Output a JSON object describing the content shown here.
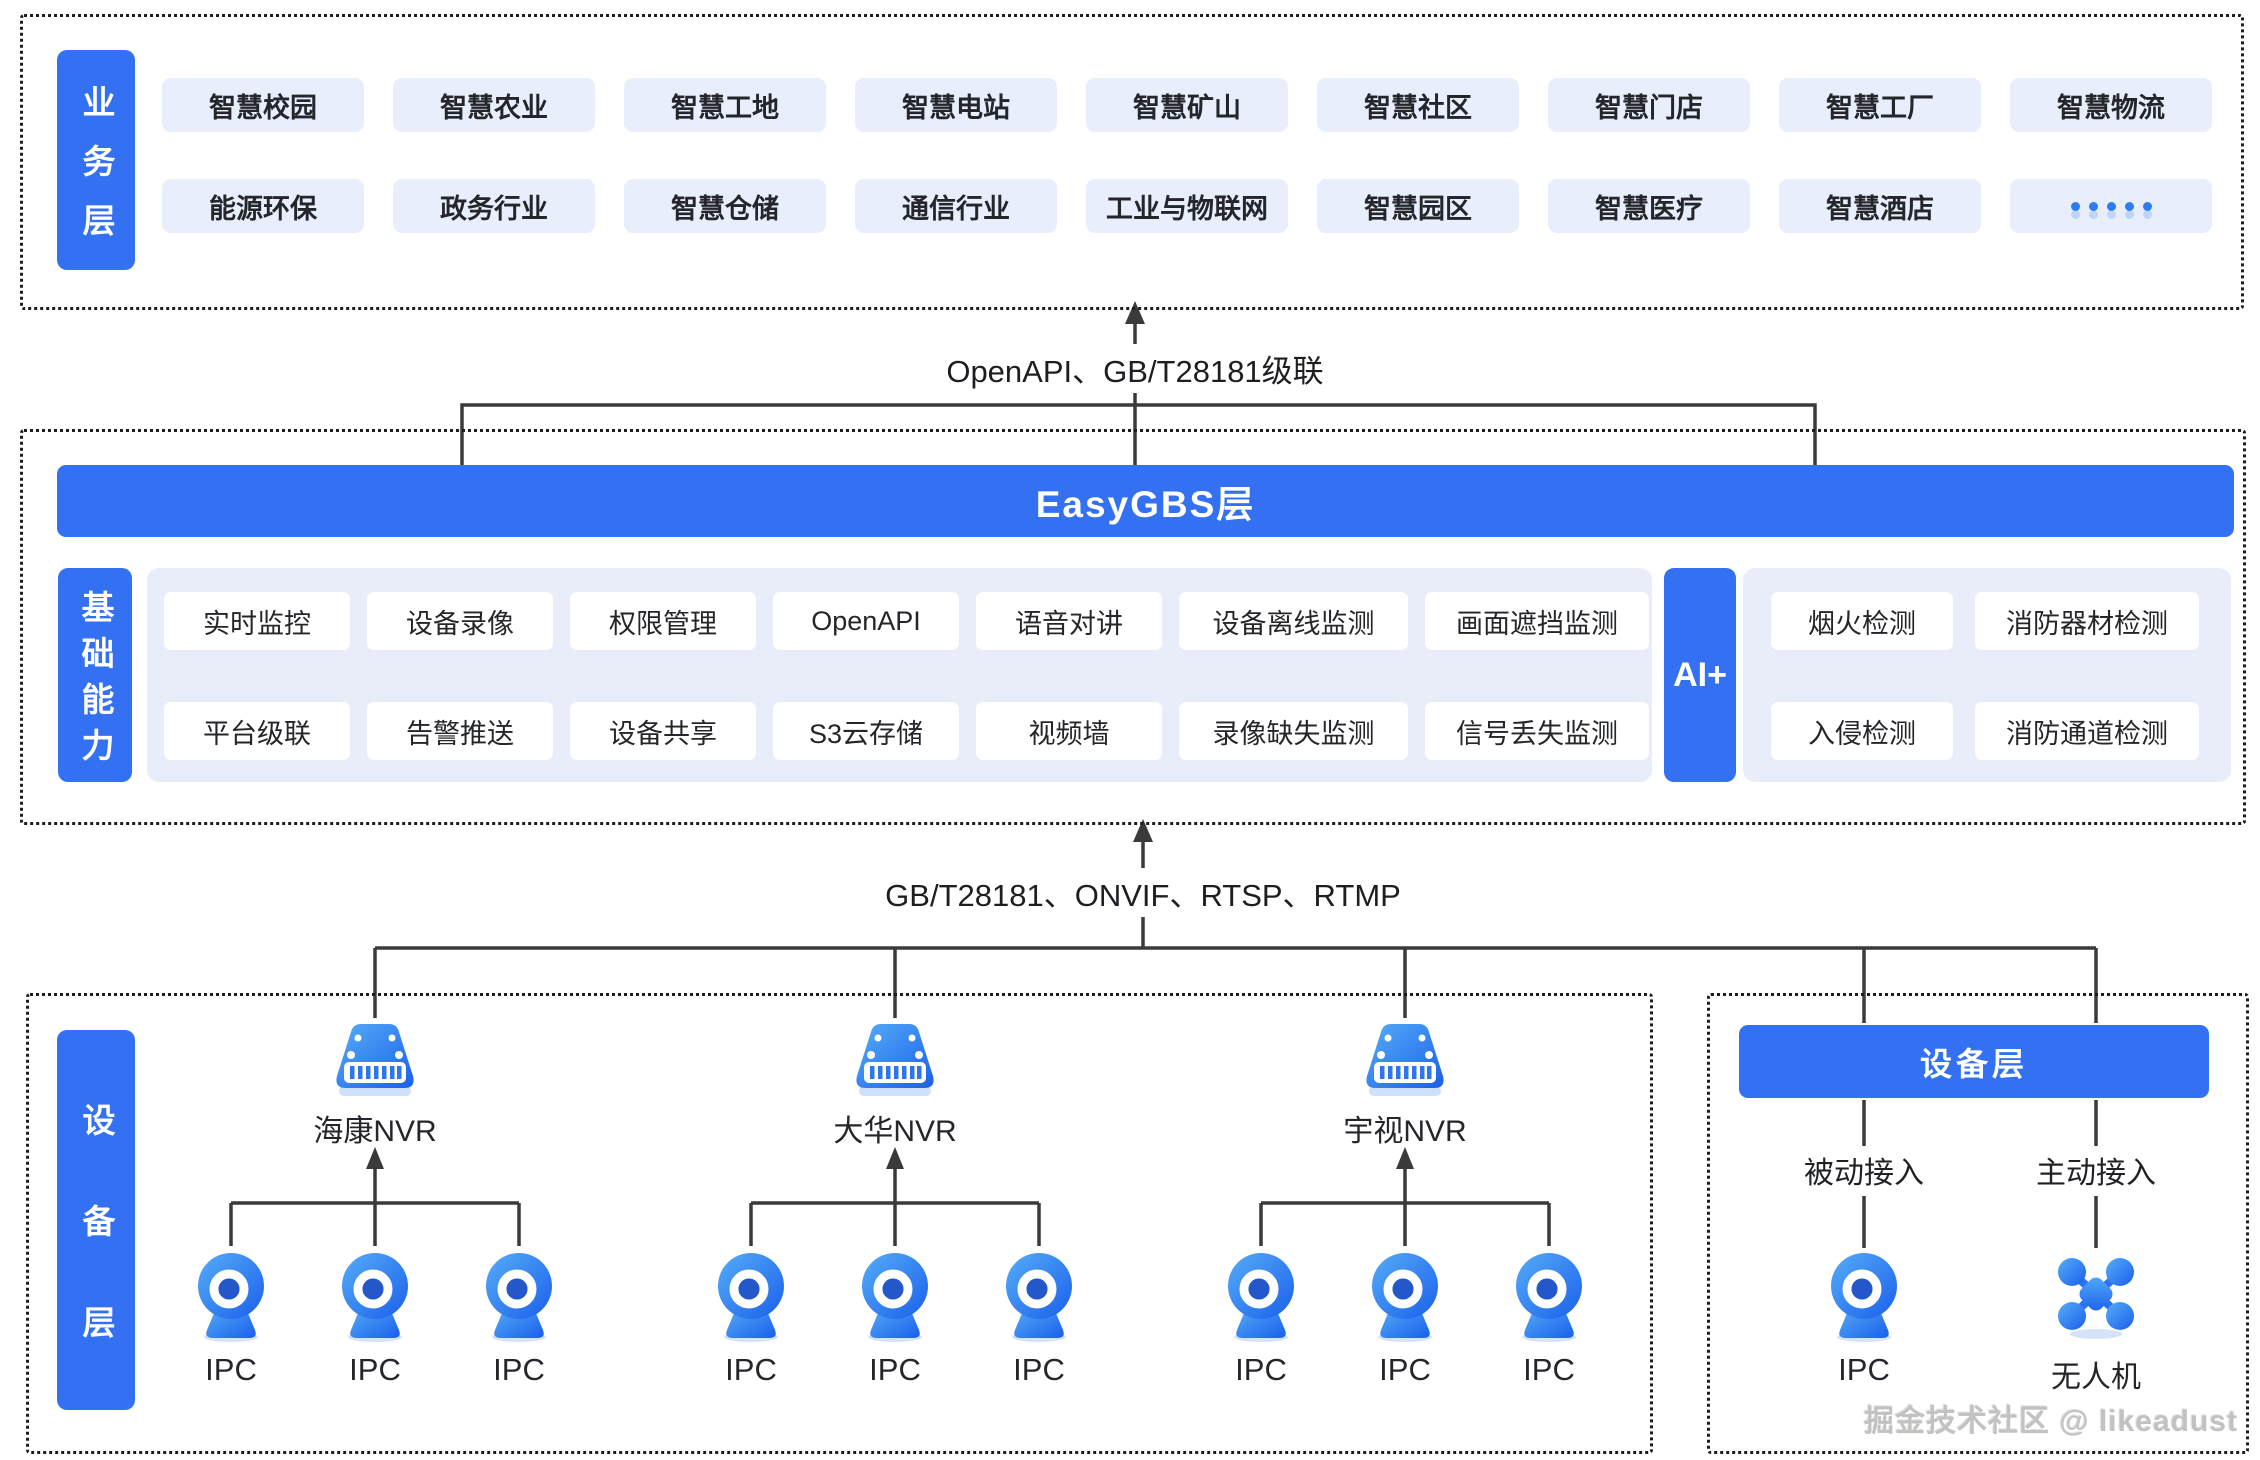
{
  "business_layer": {
    "label": "业务层",
    "row1": [
      "智慧校园",
      "智慧农业",
      "智慧工地",
      "智慧电站",
      "智慧矿山",
      "智慧社区",
      "智慧门店",
      "智慧工厂",
      "智慧物流"
    ],
    "row2": [
      "能源环保",
      "政务行业",
      "智慧仓储",
      "通信行业",
      "工业与物联网",
      "智慧园区",
      "智慧医疗",
      "智慧酒店"
    ]
  },
  "connector_top": {
    "label": "OpenAPI、GB/T28181级联"
  },
  "platform_layer": {
    "title": "EasyGBS层",
    "capability_label": "基础能力",
    "capabilities_row1": [
      "实时监控",
      "设备录像",
      "权限管理",
      "OpenAPI",
      "语音对讲",
      "设备离线监测",
      "画面遮挡监测"
    ],
    "capabilities_row2": [
      "平台级联",
      "告警推送",
      "设备共享",
      "S3云存储",
      "视频墙",
      "录像缺失监测",
      "信号丢失监测"
    ],
    "ai_label": "AI+",
    "ai_row1": [
      "烟火检测",
      "消防器材检测"
    ],
    "ai_row2": [
      "入侵检测",
      "消防通道检测"
    ]
  },
  "connector_bottom": {
    "label": "GB/T28181、ONVIF、RTSP、RTMP"
  },
  "device_layer": {
    "label": "设备层",
    "nvr_groups": [
      {
        "name": "海康NVR"
      },
      {
        "name": "大华NVR"
      },
      {
        "name": "宇视NVR"
      }
    ],
    "ipc_label": "IPC",
    "right_panel": {
      "title": "设备层",
      "passive_label": "被动接入",
      "active_label": "主动接入",
      "passive_device_label": "IPC",
      "active_device_label": "无人机"
    }
  },
  "watermark": "掘金技术社区 @ likeadust",
  "colors": {
    "accent": "#3471F2",
    "item_bg": "#E8EEFB",
    "container_bg": "#E9ECF9",
    "line": "#3A3A3A"
  }
}
